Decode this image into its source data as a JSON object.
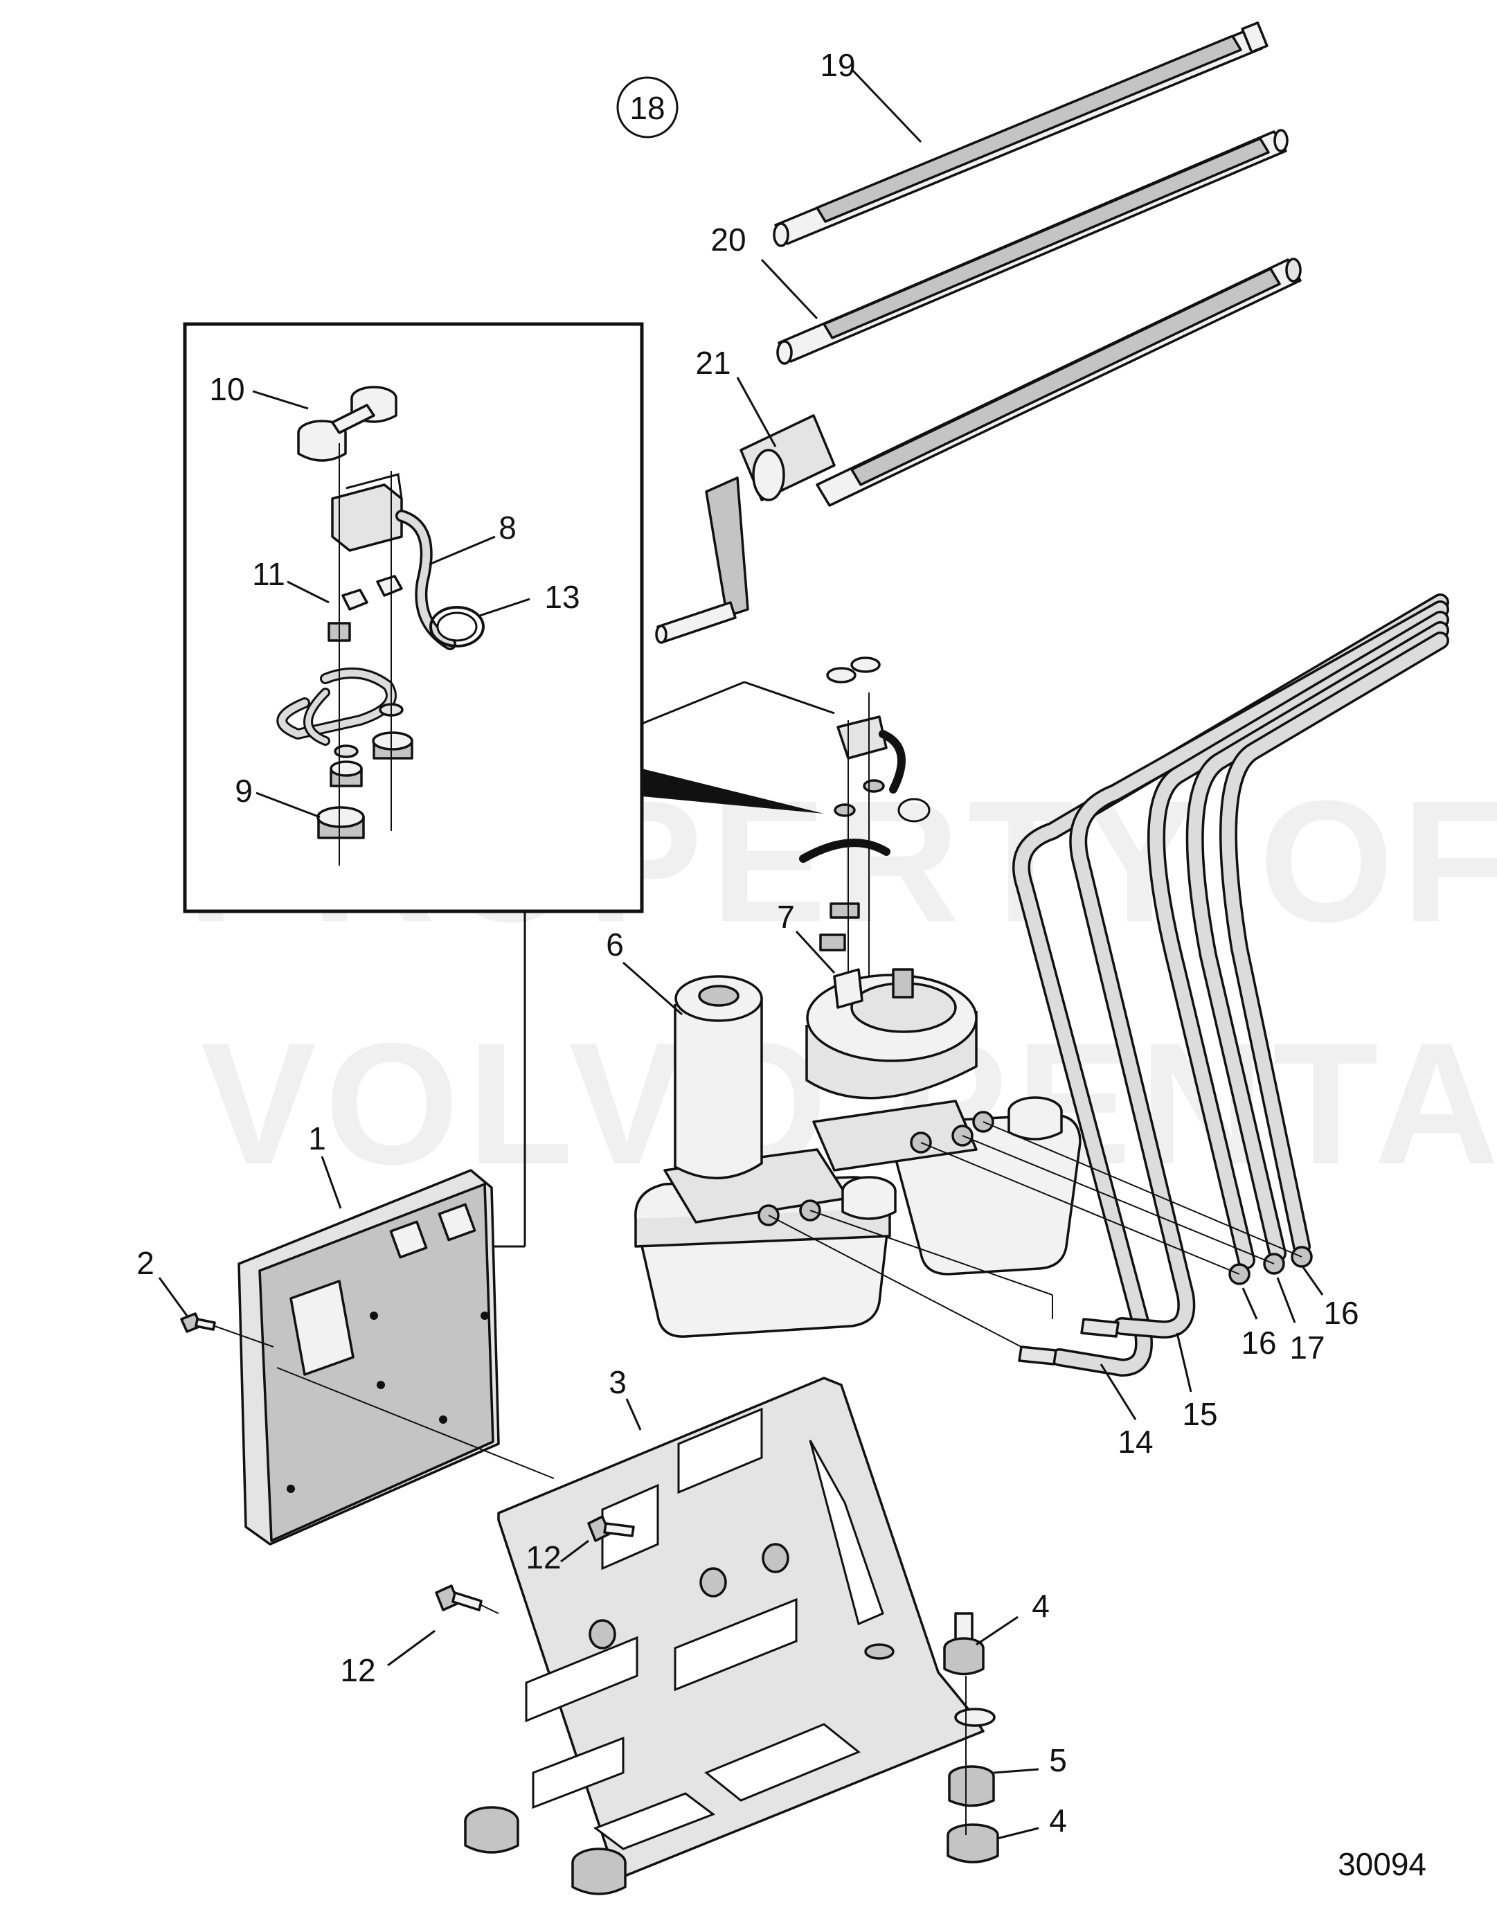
{
  "watermark": {
    "line1": "PROPERTY OF",
    "line2": "VOLVO PENTA"
  },
  "callouts": {
    "c1": "1",
    "c2": "2",
    "c3": "3",
    "c4a": "4",
    "c4b": "4",
    "c5": "5",
    "c6": "6",
    "c7": "7",
    "c8": "8",
    "c9": "9",
    "c10": "10",
    "c11": "11",
    "c12a": "12",
    "c12b": "12",
    "c13": "13",
    "c14": "14",
    "c15": "15",
    "c16a": "16",
    "c16b": "16",
    "c17": "17",
    "c18": "18",
    "c19": "19",
    "c20": "20",
    "c21": "21"
  },
  "figure_number": "30094"
}
